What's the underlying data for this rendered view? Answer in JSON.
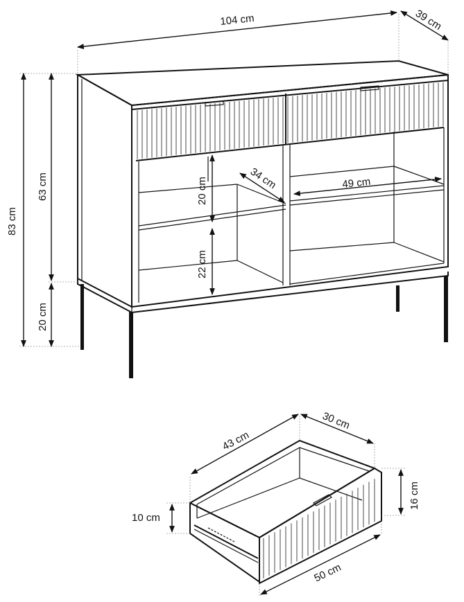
{
  "cabinet": {
    "width": "104 cm",
    "depth": "39 cm",
    "total_height": "83 cm",
    "body_height": "63 cm",
    "leg_height": "20 cm",
    "upper_shelf_height": "20 cm",
    "lower_shelf_height": "22 cm",
    "shelf_depth": "34 cm",
    "shelf_width": "49 cm"
  },
  "drawer": {
    "length": "43 cm",
    "depth": "30 cm",
    "front_height": "16 cm",
    "side_height": "10 cm",
    "front_width": "50 cm"
  }
}
